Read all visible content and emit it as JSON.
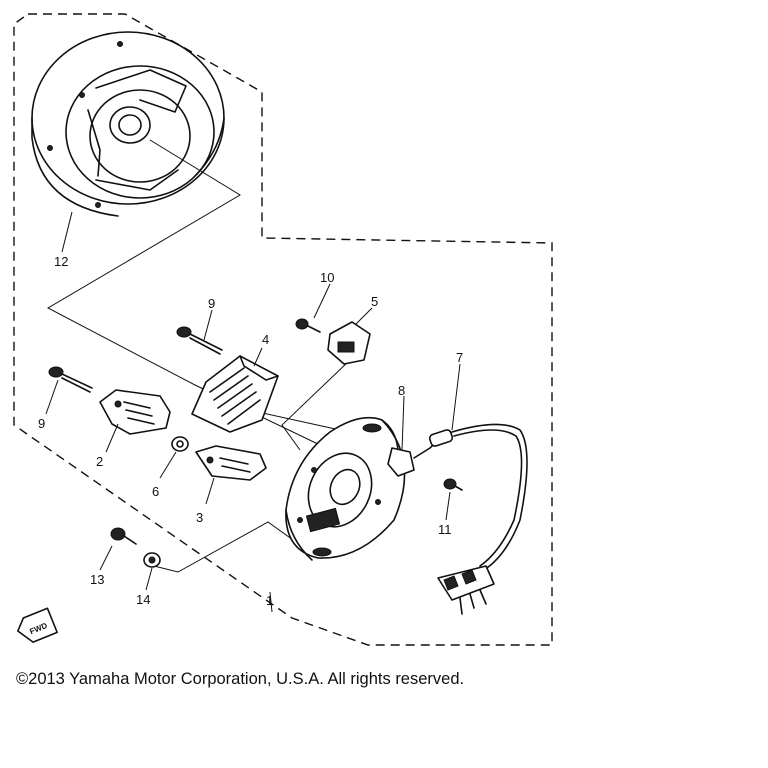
{
  "parts": [
    {
      "ref": "1"
    },
    {
      "ref": "2"
    },
    {
      "ref": "3"
    },
    {
      "ref": "4"
    },
    {
      "ref": "5"
    },
    {
      "ref": "6"
    },
    {
      "ref": "7"
    },
    {
      "ref": "8"
    },
    {
      "ref": "9"
    },
    {
      "ref": "9"
    },
    {
      "ref": "10"
    },
    {
      "ref": "11"
    },
    {
      "ref": "12"
    },
    {
      "ref": "13"
    },
    {
      "ref": "14"
    }
  ],
  "fwd_badge": "FWD",
  "copyright": "©2013 Yamaha Motor Corporation, U.S.A. All rights reserved."
}
